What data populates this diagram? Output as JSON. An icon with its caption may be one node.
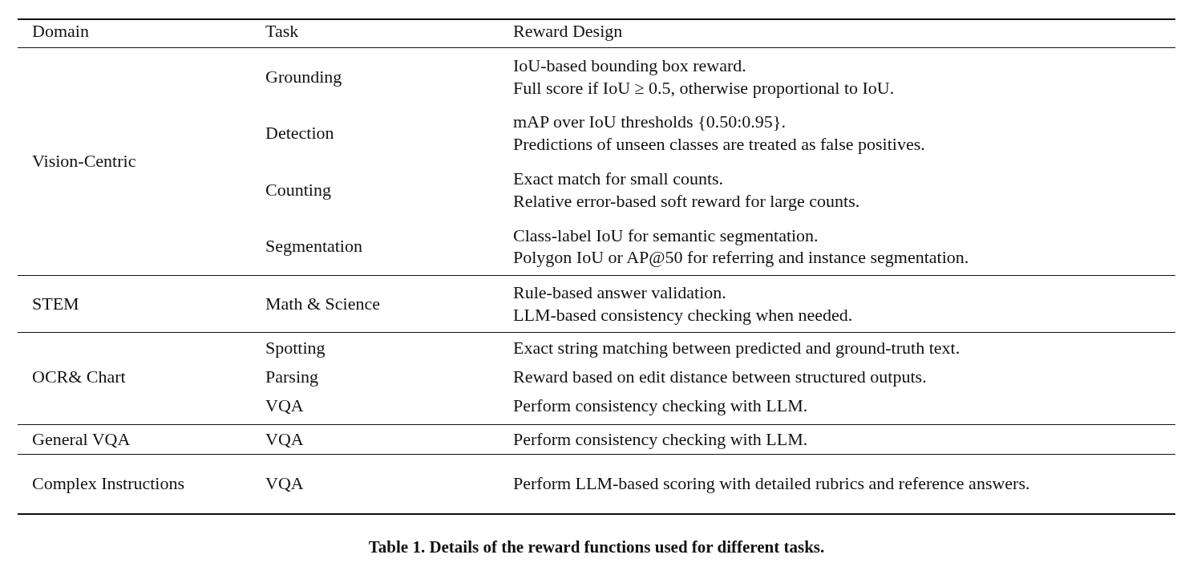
{
  "diagram": {
    "caption": "Table 1. Details of the reward functions used for different tasks.",
    "labels": [
      "Domain",
      "Task",
      "Reward Design",
      "Vision-Centric",
      "Grounding",
      "IoU-based bounding box reward.",
      "Full score if IoU ≥ 0.5, otherwise proportional to IoU.",
      "Detection",
      "mAP over IoU thresholds {0.50:0.95}.",
      "Predictions of unseen classes are treated as false positives.",
      "Counting",
      "Exact match for small counts.",
      "Relative error-based soft reward for large counts.",
      "Segmentation",
      "Class-label IoU for semantic segmentation.",
      "Polygon IoU or AP@50 for referring and instance segmentation.",
      "STEM",
      "Math & Science",
      "Rule-based answer validation.",
      "LLM-based consistency checking when needed.",
      "OCR& Chart",
      "Spotting",
      "Exact string matching between predicted and ground-truth text.",
      "Parsing",
      "Reward based on edit distance between structured outputs.",
      "VQA",
      "Perform consistency checking with LLM.",
      "General VQA",
      "VQA",
      "Perform consistency checking with LLM.",
      "Complex Instructions",
      "VQA",
      "Perform LLM-based scoring with detailed rubrics and reference answers."
    ]
  }
}
